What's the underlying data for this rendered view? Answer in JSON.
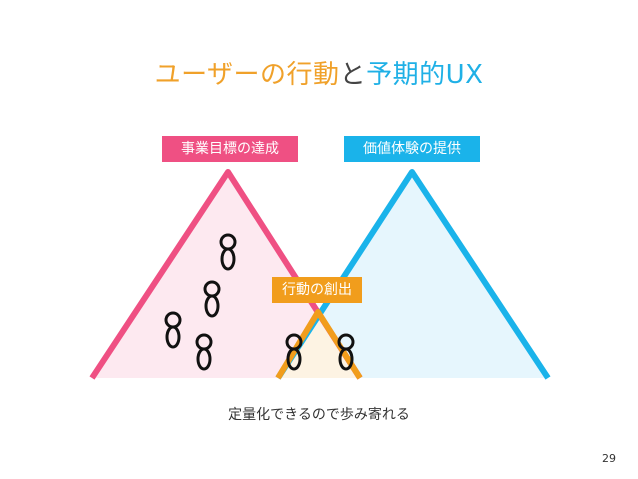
{
  "title": {
    "part1": "ユーザーの行動",
    "part2": "と",
    "part3": "予期的UX"
  },
  "labels": {
    "business": "事業目標の達成",
    "value": "価値体験の提供",
    "action": "行動の創出"
  },
  "caption": "定量化できるので歩み寄れる",
  "page_number": "29",
  "colors": {
    "pink": "#ef5083",
    "blue": "#1ab3ea",
    "orange": "#f19d1c",
    "pink_fill": "#fde9f0",
    "blue_fill": "#e6f6fd",
    "orange_fill": "#fdf3e3"
  }
}
